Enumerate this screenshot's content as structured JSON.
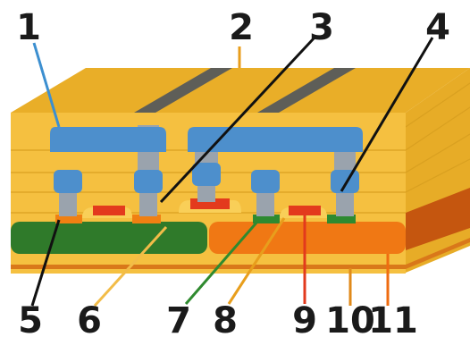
{
  "colors": {
    "substrate": "#F5C040",
    "substrate_front_band": "#F9CF58",
    "top_face": "#E9AE28",
    "right_face": "#E7AC27",
    "layer_lines": "#D9A020",
    "metal": "#4D8FCC",
    "via": "#9AA3AD",
    "gate": "#E33A1D",
    "nwell": "#2F7A2A",
    "pwell": "#F07814",
    "pplus": "#F08012",
    "nplus": "#2E8A30",
    "bottom_stripe": "#D9781A",
    "dark_strip": "#5E5E58",
    "right_well_face": "#C5560F",
    "text": "#1a1a1a",
    "leader_blue": "#3C8FD0",
    "leader_black": "#111111",
    "leader_lightorange": "#F2BC48",
    "leader_green": "#2F8A2F",
    "leader_darkorange": "#E89E1C",
    "leader_red": "#E23A1D",
    "leader_brown": "#E08A1A",
    "leader_orange": "#EF6C10"
  },
  "callouts": [
    {
      "id": "1",
      "label": "1",
      "color_key": "leader_blue"
    },
    {
      "id": "2",
      "label": "2",
      "color_key": "leader_darkorange"
    },
    {
      "id": "3",
      "label": "3",
      "color_key": "leader_black"
    },
    {
      "id": "4",
      "label": "4",
      "color_key": "leader_black"
    },
    {
      "id": "5",
      "label": "5",
      "color_key": "leader_black"
    },
    {
      "id": "6",
      "label": "6",
      "color_key": "leader_lightorange"
    },
    {
      "id": "7",
      "label": "7",
      "color_key": "leader_green"
    },
    {
      "id": "8",
      "label": "8",
      "color_key": "leader_darkorange"
    },
    {
      "id": "9",
      "label": "9",
      "color_key": "leader_red"
    },
    {
      "id": "10",
      "label": "10",
      "color_key": "leader_brown"
    },
    {
      "id": "11",
      "label": "11",
      "color_key": "leader_orange"
    }
  ]
}
